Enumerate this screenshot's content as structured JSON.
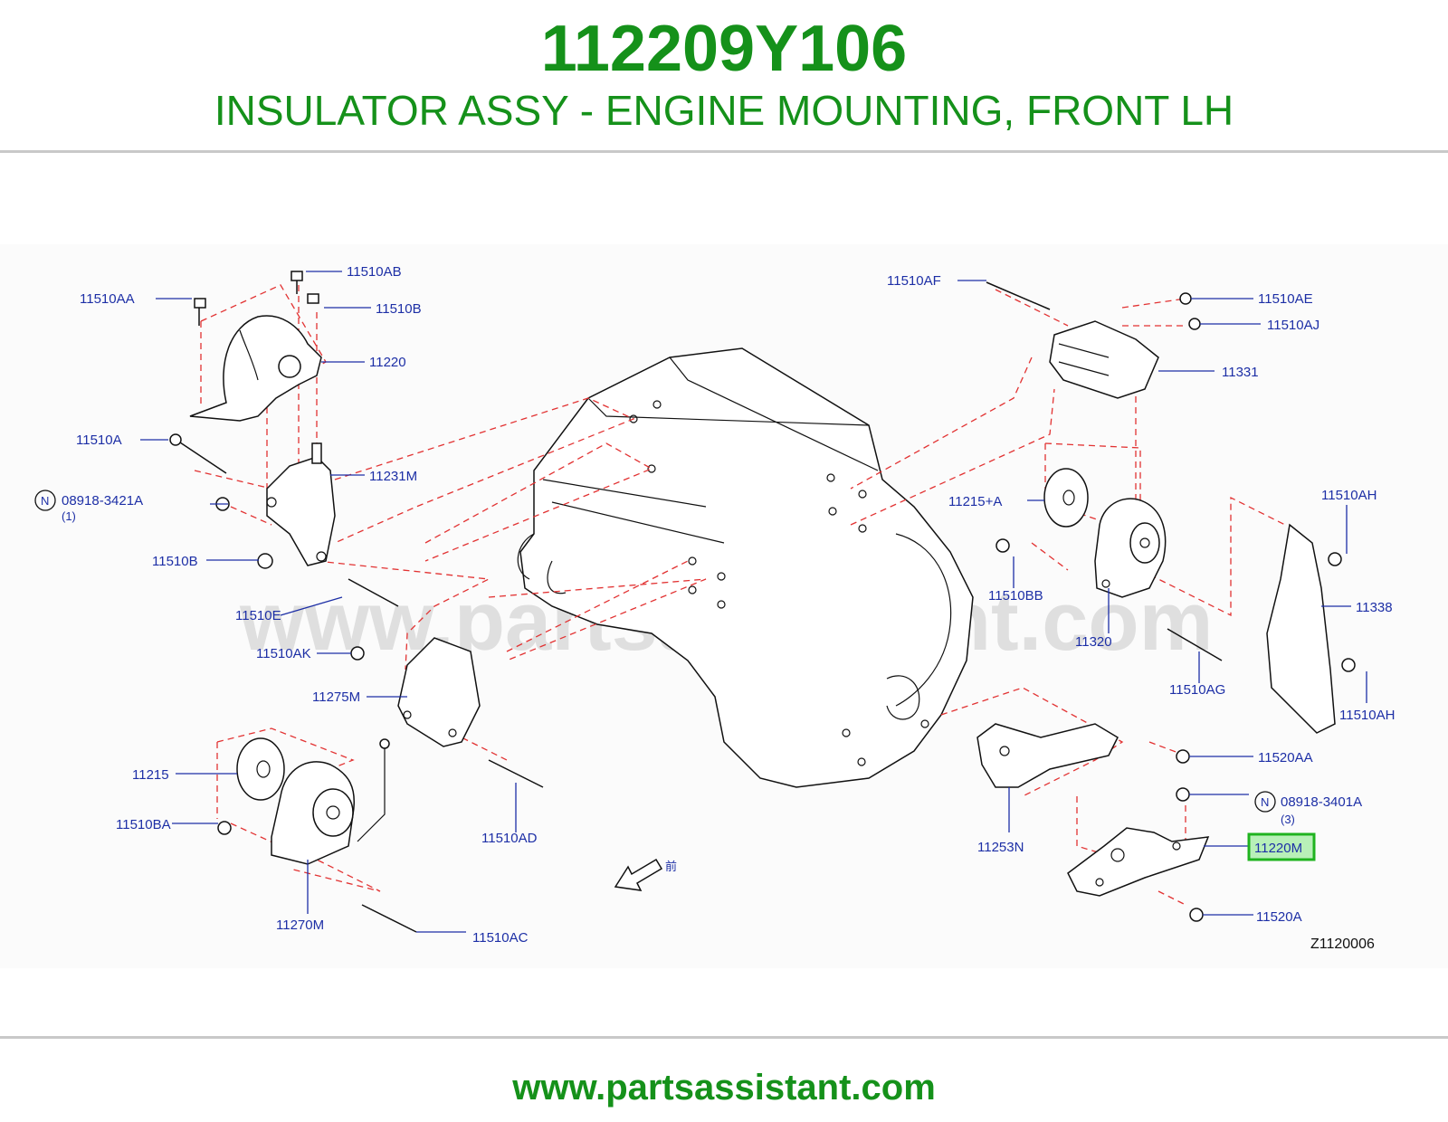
{
  "header": {
    "part_number": "112209Y106",
    "description": "INSULATOR ASSY - ENGINE MOUNTING, FRONT LH"
  },
  "diagram": {
    "watermark": "www.partsassistant.com",
    "diagram_code": "Z1120006",
    "front_glyph": "前",
    "highlighted_label": "11220M",
    "callouts": {
      "c_11510AA": "11510AA",
      "c_11510AB": "11510AB",
      "c_11510B": "11510B",
      "c_11220": "11220",
      "c_11510A": "11510A",
      "c_11231M": "11231M",
      "c_08918_3421A": "08918-3421A",
      "c_08918_3421A_qty": "(1)",
      "c_11510B_2": "11510B",
      "c_11510E": "11510E",
      "c_11510AK": "11510AK",
      "c_11275M": "11275M",
      "c_11215": "11215",
      "c_11510BA": "11510BA",
      "c_11510AD": "11510AD",
      "c_11270M": "11270M",
      "c_11510AC": "11510AC",
      "c_11510AF": "11510AF",
      "c_11510AE": "11510AE",
      "c_11510AJ": "11510AJ",
      "c_11331": "11331",
      "c_11215A": "11215+A",
      "c_11510AH_top": "11510AH",
      "c_11510BB": "11510BB",
      "c_11338": "11338",
      "c_11320": "11320",
      "c_11510AG": "11510AG",
      "c_11510AH_bot": "11510AH",
      "c_11520AA": "11520AA",
      "c_08918_3401A": "08918-3401A",
      "c_08918_3401A_qty": "(3)",
      "c_11253N": "11253N",
      "c_11520A": "11520A",
      "n_marker": "N"
    }
  },
  "footer": {
    "url": "www.partsassistant.com"
  },
  "colors": {
    "title_green": "#15911a",
    "callout_blue": "#1d2fa6",
    "dash_red": "#e23232",
    "highlight_box": "#1fb31f",
    "highlight_fill": "#b8f0b8"
  }
}
